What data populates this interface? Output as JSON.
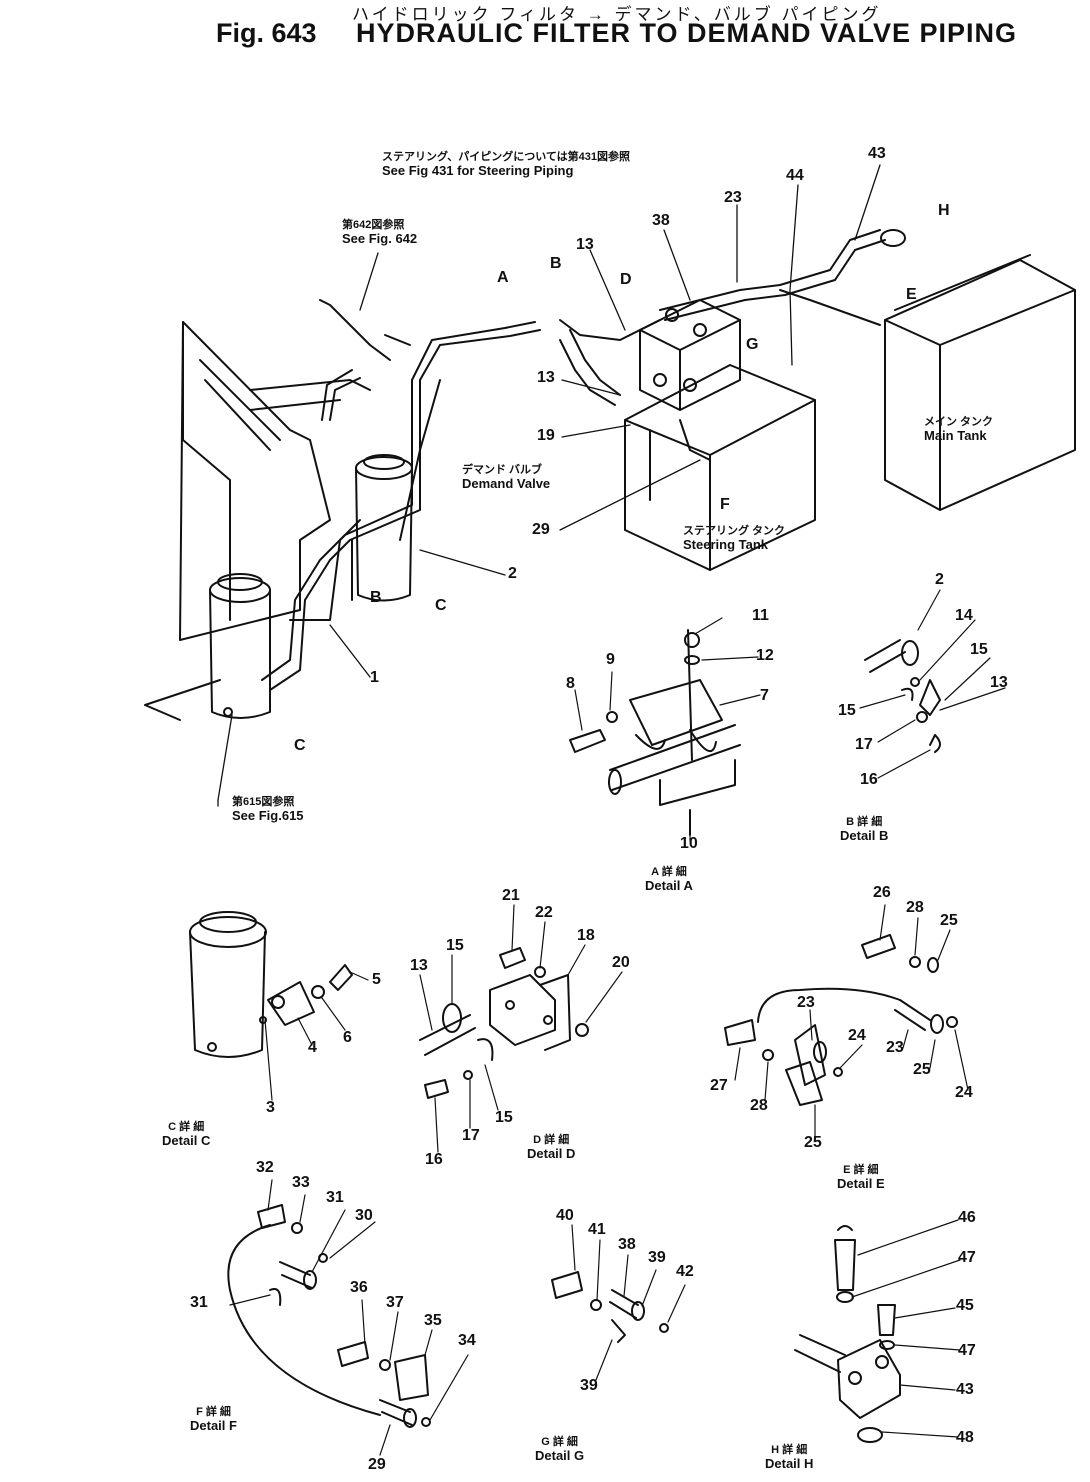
{
  "header": {
    "japanese": "ハイドロリック フィルタ → デマンド、バルブ パイピング",
    "fig": "Fig. 643",
    "title": "HYDRAULIC FILTER TO DEMAND VALVE PIPING"
  },
  "notes": {
    "steering_jp": "ステアリング、パイピングについては第431図参照",
    "steering_en": "See Fig 431 for Steering Piping",
    "fig642_jp": "第642図参照",
    "fig642_en": "See Fig. 642",
    "fig615_jp": "第615図参照",
    "fig615_en": "See Fig.615",
    "main_tank_jp": "メイン タンク",
    "main_tank_en": "Main Tank",
    "demand_valve_jp": "デマンド バルブ",
    "demand_valve_en": "Demand Valve",
    "steering_tank_jp": "ステアリング タンク",
    "steering_tank_en": "Steering Tank"
  },
  "details": {
    "a_jp": "A 詳 細",
    "a_en": "Detail A",
    "b_jp": "B 詳 細",
    "b_en": "Detail B",
    "c_jp": "C 詳 細",
    "c_en": "Detail C",
    "d_jp": "D 詳 細",
    "d_en": "Detail D",
    "e_jp": "E 詳 細",
    "e_en": "Detail E",
    "f_jp": "F 詳 細",
    "f_en": "Detail F",
    "g_jp": "G 詳 細",
    "g_en": "Detail G",
    "h_jp": "H 詳 細",
    "h_en": "Detail H"
  },
  "callouts": {
    "main": {
      "n43": "43",
      "n44": "44",
      "n23": "23",
      "n38": "38",
      "n13a": "13",
      "n13b": "13",
      "n19": "19",
      "n29": "29",
      "n2": "2",
      "n1": "1",
      "A": "A",
      "B": "B",
      "D": "D",
      "G": "G",
      "E": "E",
      "H": "H",
      "F": "F",
      "C1": "C",
      "C2": "C",
      "B2": "B"
    },
    "detail_a": {
      "n11": "11",
      "n12": "12",
      "n9": "9",
      "n8": "8",
      "n7": "7",
      "n10": "10"
    },
    "detail_b": {
      "n2": "2",
      "n14": "14",
      "n15a": "15",
      "n13": "13",
      "n15b": "15",
      "n17": "17",
      "n16": "16"
    },
    "detail_c": {
      "n5": "5",
      "n6": "6",
      "n4": "4",
      "n3": "3"
    },
    "detail_d": {
      "n21": "21",
      "n22": "22",
      "n18": "18",
      "n20": "20",
      "n13": "13",
      "n15a": "15",
      "n15b": "15",
      "n17": "17",
      "n16": "16"
    },
    "detail_e": {
      "n26": "26",
      "n28a": "28",
      "n25a": "25",
      "n23a": "23",
      "n24a": "24",
      "n23b": "23",
      "n25b": "25",
      "n24b": "24",
      "n27": "27",
      "n28b": "28",
      "n25c": "25"
    },
    "detail_f": {
      "n32": "32",
      "n33": "33",
      "n31a": "31",
      "n30": "30",
      "n31b": "31",
      "n36": "36",
      "n37": "37",
      "n35": "35",
      "n34": "34",
      "n29": "29"
    },
    "detail_g": {
      "n40": "40",
      "n41": "41",
      "n38": "38",
      "n39a": "39",
      "n42": "42",
      "n39b": "39"
    },
    "detail_h": {
      "n46": "46",
      "n47a": "47",
      "n45": "45",
      "n47b": "47",
      "n43": "43",
      "n48": "48"
    }
  }
}
